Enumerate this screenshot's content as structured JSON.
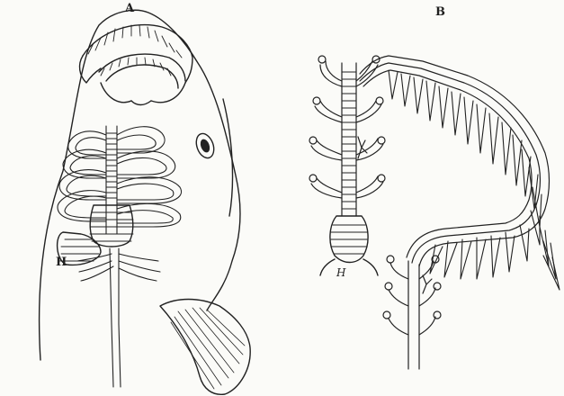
{
  "figure": {
    "panels": [
      {
        "id": "A",
        "label": "A",
        "heart_label": "H"
      },
      {
        "id": "B",
        "label": "B",
        "heart_label": "H"
      }
    ],
    "colors": {
      "ink": "#222222",
      "paper": "#fbfbf8"
    }
  }
}
